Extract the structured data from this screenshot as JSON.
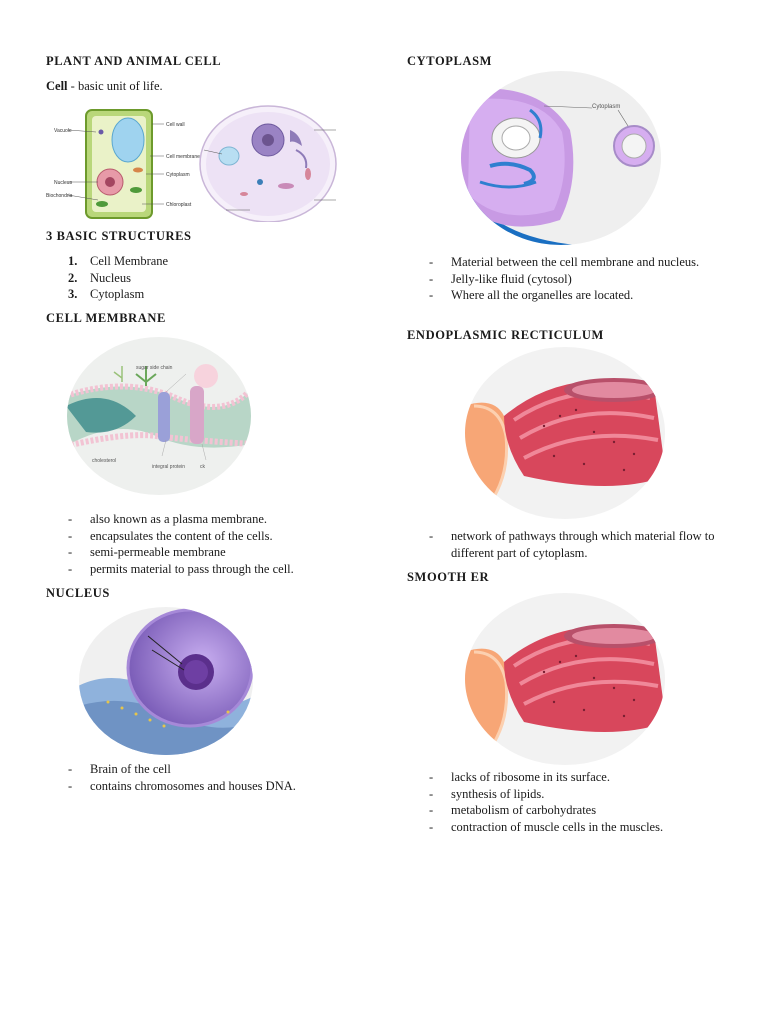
{
  "left": {
    "title": "PLANT AND ANIMAL CELL",
    "cell_def": {
      "term": "Cell",
      "rest": " - basic unit of life."
    },
    "plant_labels": {
      "left": [
        "Vacuole",
        "Nucleus",
        "Biochondria"
      ],
      "right": [
        "Cell wall",
        "Cell membrane",
        "Cytoplasm",
        "Chloroplast"
      ]
    },
    "basic_title": "3 BASIC STRUCTURES",
    "basic_items": [
      {
        "num": "1.",
        "label": "Cell Membrane"
      },
      {
        "num": "2.",
        "label": "Nucleus"
      },
      {
        "num": "3.",
        "label": "Cytoplasm"
      }
    ],
    "membrane_title": "CELL MEMBRANE",
    "membrane_labels": {
      "sugar": "sugar side chain",
      "chol": "cholesterol",
      "integral": "integral protein",
      "pk": "ck"
    },
    "membrane_items": [
      "also known as a plasma membrane.",
      "encapsulates the content of the cells.",
      "semi-permeable membrane",
      "permits material to pass through the cell."
    ],
    "nucleus_title": "NUCLEUS",
    "nucleus_items": [
      "Brain of the cell",
      "contains chromosomes and houses DNA."
    ]
  },
  "right": {
    "cyto_title": "CYTOPLASM",
    "cyto_label": "Cytoplasm",
    "cyto_items": [
      "Material between the cell membrane and nucleus.",
      "Jelly-like fluid (cytosol)",
      "Where all the organelles are located."
    ],
    "er_title": "ENDOPLASMIC RECTICULUM",
    "er_items": [
      "network of pathways through which material flow to different part of cytoplasm."
    ],
    "smooth_title": "SMOOTH ER",
    "smooth_items": [
      "lacks of ribosome in its surface.",
      "synthesis of lipids.",
      "metabolism of carbohydrates",
      "contraction of muscle cells in the muscles."
    ]
  }
}
